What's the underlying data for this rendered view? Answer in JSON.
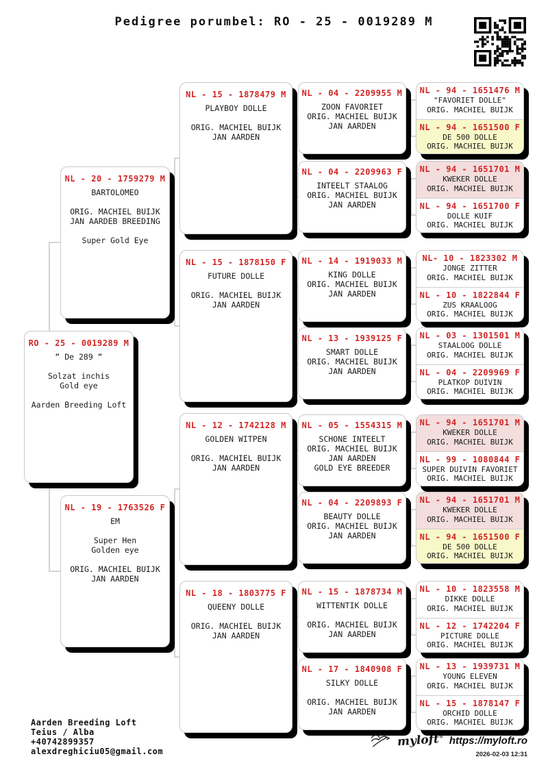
{
  "title": "Pedigree porumbel: RO - 25 - 0019289 M",
  "colors": {
    "ring_red": "#d22525",
    "duplicate_male_bg": "#f3dddd",
    "duplicate_female_bg": "#f8f8c9"
  },
  "icons": {
    "qr": "qr-code",
    "bird": "myloft-bird-logo"
  },
  "pedigree": {
    "gen1": [
      {
        "ring": "RO - 25 - 0019289 M",
        "lines": [
          "“ De 289 “",
          "",
          "Solzat inchis",
          "Gold eye",
          "",
          "Aarden Breeding Loft"
        ]
      }
    ],
    "gen2": [
      {
        "ring": "NL - 20 - 1759279 M",
        "lines": [
          "BARTOLOMEO",
          "",
          "ORIG. MACHIEL BUIJK",
          "JAN AARDEB BREEDING",
          "",
          "Super Gold Eye"
        ]
      },
      {
        "ring": "NL - 19 - 1763526 F",
        "lines": [
          "EM",
          "",
          "Super Hen",
          "Golden eye",
          "",
          "ORIG. MACHIEL BUIJK",
          "JAN AARDEN"
        ]
      }
    ],
    "gen3": [
      {
        "ring": "NL - 15 - 1878479 M",
        "lines": [
          "PLAYBOY DOLLE",
          "",
          "ORIG. MACHIEL BUIJK",
          "JAN AARDEN"
        ]
      },
      {
        "ring": "NL - 15 - 1878150 F",
        "lines": [
          "FUTURE DOLLE",
          "",
          "ORIG. MACHIEL BUIJK",
          "JAN AARDEN"
        ]
      },
      {
        "ring": "NL - 12 - 1742128 M",
        "lines": [
          "GOLDEN WITPEN",
          "",
          "ORIG. MACHIEL BUIJK",
          "JAN AARDEN"
        ]
      },
      {
        "ring": "NL - 18 - 1803775 F",
        "lines": [
          "QUEENY DOLLE",
          "",
          "ORIG. MACHIEL BUIJK",
          "JAN AARDEN"
        ]
      }
    ],
    "gen4": [
      {
        "ring": "NL - 04 - 2209955 M",
        "lines": [
          "ZOON FAVORIET",
          "ORIG. MACHIEL BUIJK",
          "JAN AARDEN"
        ]
      },
      {
        "ring": "NL - 04 - 2209963 F",
        "lines": [
          "INTEELT STAALOG",
          "ORIG. MACHIEL BUIJK",
          "JAN AARDEN"
        ]
      },
      {
        "ring": "NL - 14 - 1919033 M",
        "lines": [
          "KING DOLLE",
          "ORIG. MACHIEL BUIJK",
          "JAN AARDEN"
        ]
      },
      {
        "ring": "NL - 13 - 1939125 F",
        "lines": [
          "SMART DOLLE",
          "ORIG. MACHIEL BUIJK",
          "JAN AARDEN"
        ]
      },
      {
        "ring": "NL - 05 - 1554315 M",
        "lines": [
          "SCHONE INTEELT",
          "ORIG. MACHIEL BUIJK",
          "JAN AARDEN",
          "GOLD EYE BREEDER"
        ]
      },
      {
        "ring": "NL - 04 - 2209893 F",
        "lines": [
          "BEAUTY DOLLE",
          "ORIG. MACHIEL BUIJK",
          "JAN AARDEN"
        ]
      },
      {
        "ring": "NL - 15 - 1878734 M",
        "lines": [
          "WITTENTIK DOLLE",
          "",
          "ORIG. MACHIEL BUIJK",
          "JAN AARDEN"
        ]
      },
      {
        "ring": "NL - 17 - 1840908 F",
        "lines": [
          "SILKY DOLLE",
          "",
          "ORIG. MACHIEL BUIJK",
          "JAN AARDEN"
        ]
      }
    ],
    "gen5": [
      {
        "entries": [
          {
            "ring": "NL - 94 - 1651476 M",
            "name": "\"FAVORIET DOLLE\"",
            "orig": "ORIG. MACHIEL BUIJK",
            "bg": "white"
          },
          {
            "ring": "NL - 94 - 1651500 F",
            "name": "DE 500 DOLLE",
            "orig": "ORIG. MACHIEL BUIJK",
            "bg": "yellow"
          }
        ]
      },
      {
        "entries": [
          {
            "ring": "NL - 94 - 1651701 M",
            "name": "KWEKER DOLLE",
            "orig": "ORIG. MACHIEL BUIJK",
            "bg": "pink"
          },
          {
            "ring": "NL - 94 - 1651700 F",
            "name": "DOLLE KUIF",
            "orig": "ORIG. MACHIEL BUIJK",
            "bg": "white"
          }
        ]
      },
      {
        "entries": [
          {
            "ring": "NL- 10 - 1823302 M",
            "name": "JONGE ZITTER",
            "orig": "ORIG. MACHIEL BUIJK",
            "bg": "white"
          },
          {
            "ring": "NL - 10 - 1822844 F",
            "name": "ZUS KRAALOOG",
            "orig": "ORIG. MACHIEL BUIJK",
            "bg": "white"
          }
        ]
      },
      {
        "entries": [
          {
            "ring": "NL - 03 - 1301501 M",
            "name": "STAALOOG DOLLE",
            "orig": "ORIG. MACHIEL BUIJK",
            "bg": "white"
          },
          {
            "ring": "NL - 04 - 2209969 F",
            "name": "PLATKOP DUIVIN",
            "orig": "ORIG. MACHIEL BUIJK",
            "bg": "white"
          }
        ]
      },
      {
        "entries": [
          {
            "ring": "NL - 94 - 1651701 M",
            "name": "KWEKER DOLLE",
            "orig": "ORIG. MACHIEL BUIJK",
            "bg": "pink"
          },
          {
            "ring": "NL - 99 - 1080844 F",
            "name": "SUPER DUIVIN FAVORIET",
            "orig": "ORIG. MACHIEL BUIJK",
            "bg": "white"
          }
        ]
      },
      {
        "entries": [
          {
            "ring": "NL - 94 - 1651701 M",
            "name": "KWEKER DOLLE",
            "orig": "ORIG. MACHIEL BUIJK",
            "bg": "pink"
          },
          {
            "ring": "NL - 94 - 1651500 F",
            "name": "DE 500 DOLLE",
            "orig": "ORIG. MACHIEL BUIJK",
            "bg": "yellow"
          }
        ]
      },
      {
        "entries": [
          {
            "ring": "NL - 10 - 1823558 M",
            "name": "DIKKE DOLLE",
            "orig": "ORIG. MACHIEL BUIJK",
            "bg": "white"
          },
          {
            "ring": "NL - 12 - 1742204 F",
            "name": "PICTURE DOLLE",
            "orig": "ORIG. MACHIEL BUIJK",
            "bg": "white"
          }
        ]
      },
      {
        "entries": [
          {
            "ring": "NL - 13 - 1939731 M",
            "name": "YOUNG ELEVEN",
            "orig": "ORIG. MACHIEL BUIJK",
            "bg": "white"
          },
          {
            "ring": "NL - 15 - 1878147 F",
            "name": "ORCHID DOLLE",
            "orig": "ORIG. MACHIEL BUIJK",
            "bg": "white"
          }
        ]
      }
    ]
  },
  "footer": {
    "loft": "Aarden Breeding Loft",
    "location": "Teius / Alba",
    "phone": "+40742899357",
    "email": "alexdreghiciu05@gmail.com",
    "logo_text": "myloft",
    "logo_reg": "®",
    "site": "https://myloft.ro",
    "timestamp": "2026-02-03 12:31"
  }
}
